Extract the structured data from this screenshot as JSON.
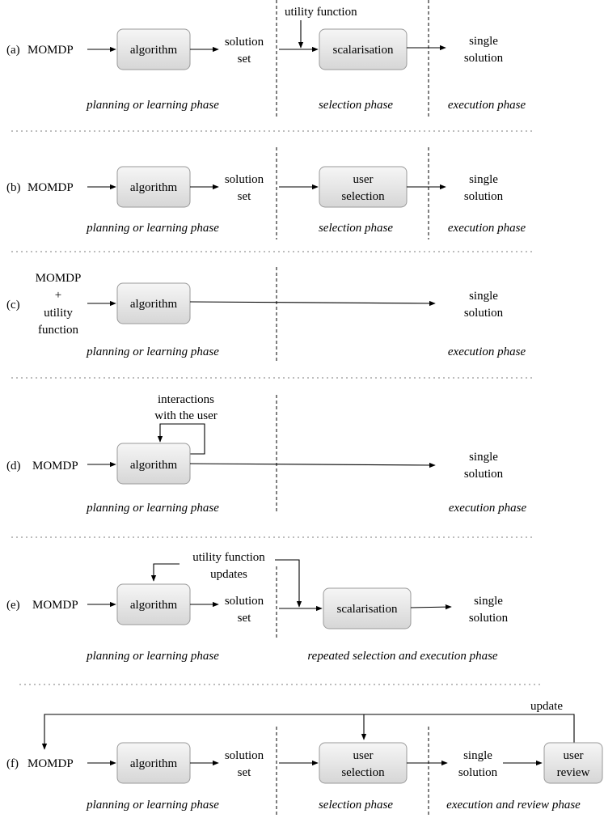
{
  "panels": {
    "a": {
      "tag": "(a)",
      "input": "MOMDP",
      "algorithm": "algorithm",
      "solution": [
        "solution",
        "set"
      ],
      "utility": "utility function",
      "scalarisation": "scalarisation",
      "output": [
        "single",
        "solution"
      ],
      "phases": [
        "planning or learning phase",
        "selection phase",
        "execution phase"
      ]
    },
    "b": {
      "tag": "(b)",
      "input": "MOMDP",
      "algorithm": "algorithm",
      "solution": [
        "solution",
        "set"
      ],
      "selection": [
        "user",
        "selection"
      ],
      "output": [
        "single",
        "solution"
      ],
      "phases": [
        "planning or learning phase",
        "selection phase",
        "execution phase"
      ]
    },
    "c": {
      "tag": "(c)",
      "input": [
        "MOMDP",
        "+",
        "utility",
        "function"
      ],
      "algorithm": "algorithm",
      "output": [
        "single",
        "solution"
      ],
      "phases": [
        "planning or learning phase",
        "execution phase"
      ]
    },
    "d": {
      "tag": "(d)",
      "input": "MOMDP",
      "interactions": [
        "interactions",
        "with the user"
      ],
      "algorithm": "algorithm",
      "output": [
        "single",
        "solution"
      ],
      "phases": [
        "planning or learning phase",
        "execution phase"
      ]
    },
    "e": {
      "tag": "(e)",
      "input": "MOMDP",
      "updates": [
        "utility function",
        "updates"
      ],
      "algorithm": "algorithm",
      "solution": [
        "solution",
        "set"
      ],
      "scalarisation": "scalarisation",
      "output": [
        "single",
        "solution"
      ],
      "phases": [
        "planning or learning phase",
        "repeated selection and execution phase"
      ]
    },
    "f": {
      "tag": "(f)",
      "input": "MOMDP",
      "update": "update",
      "algorithm": "algorithm",
      "solution": [
        "solution",
        "set"
      ],
      "selection": [
        "user",
        "selection"
      ],
      "output": [
        "single",
        "solution"
      ],
      "review": [
        "user",
        "review"
      ],
      "phases": [
        "planning or learning phase",
        "selection phase",
        "execution and review phase"
      ]
    }
  }
}
